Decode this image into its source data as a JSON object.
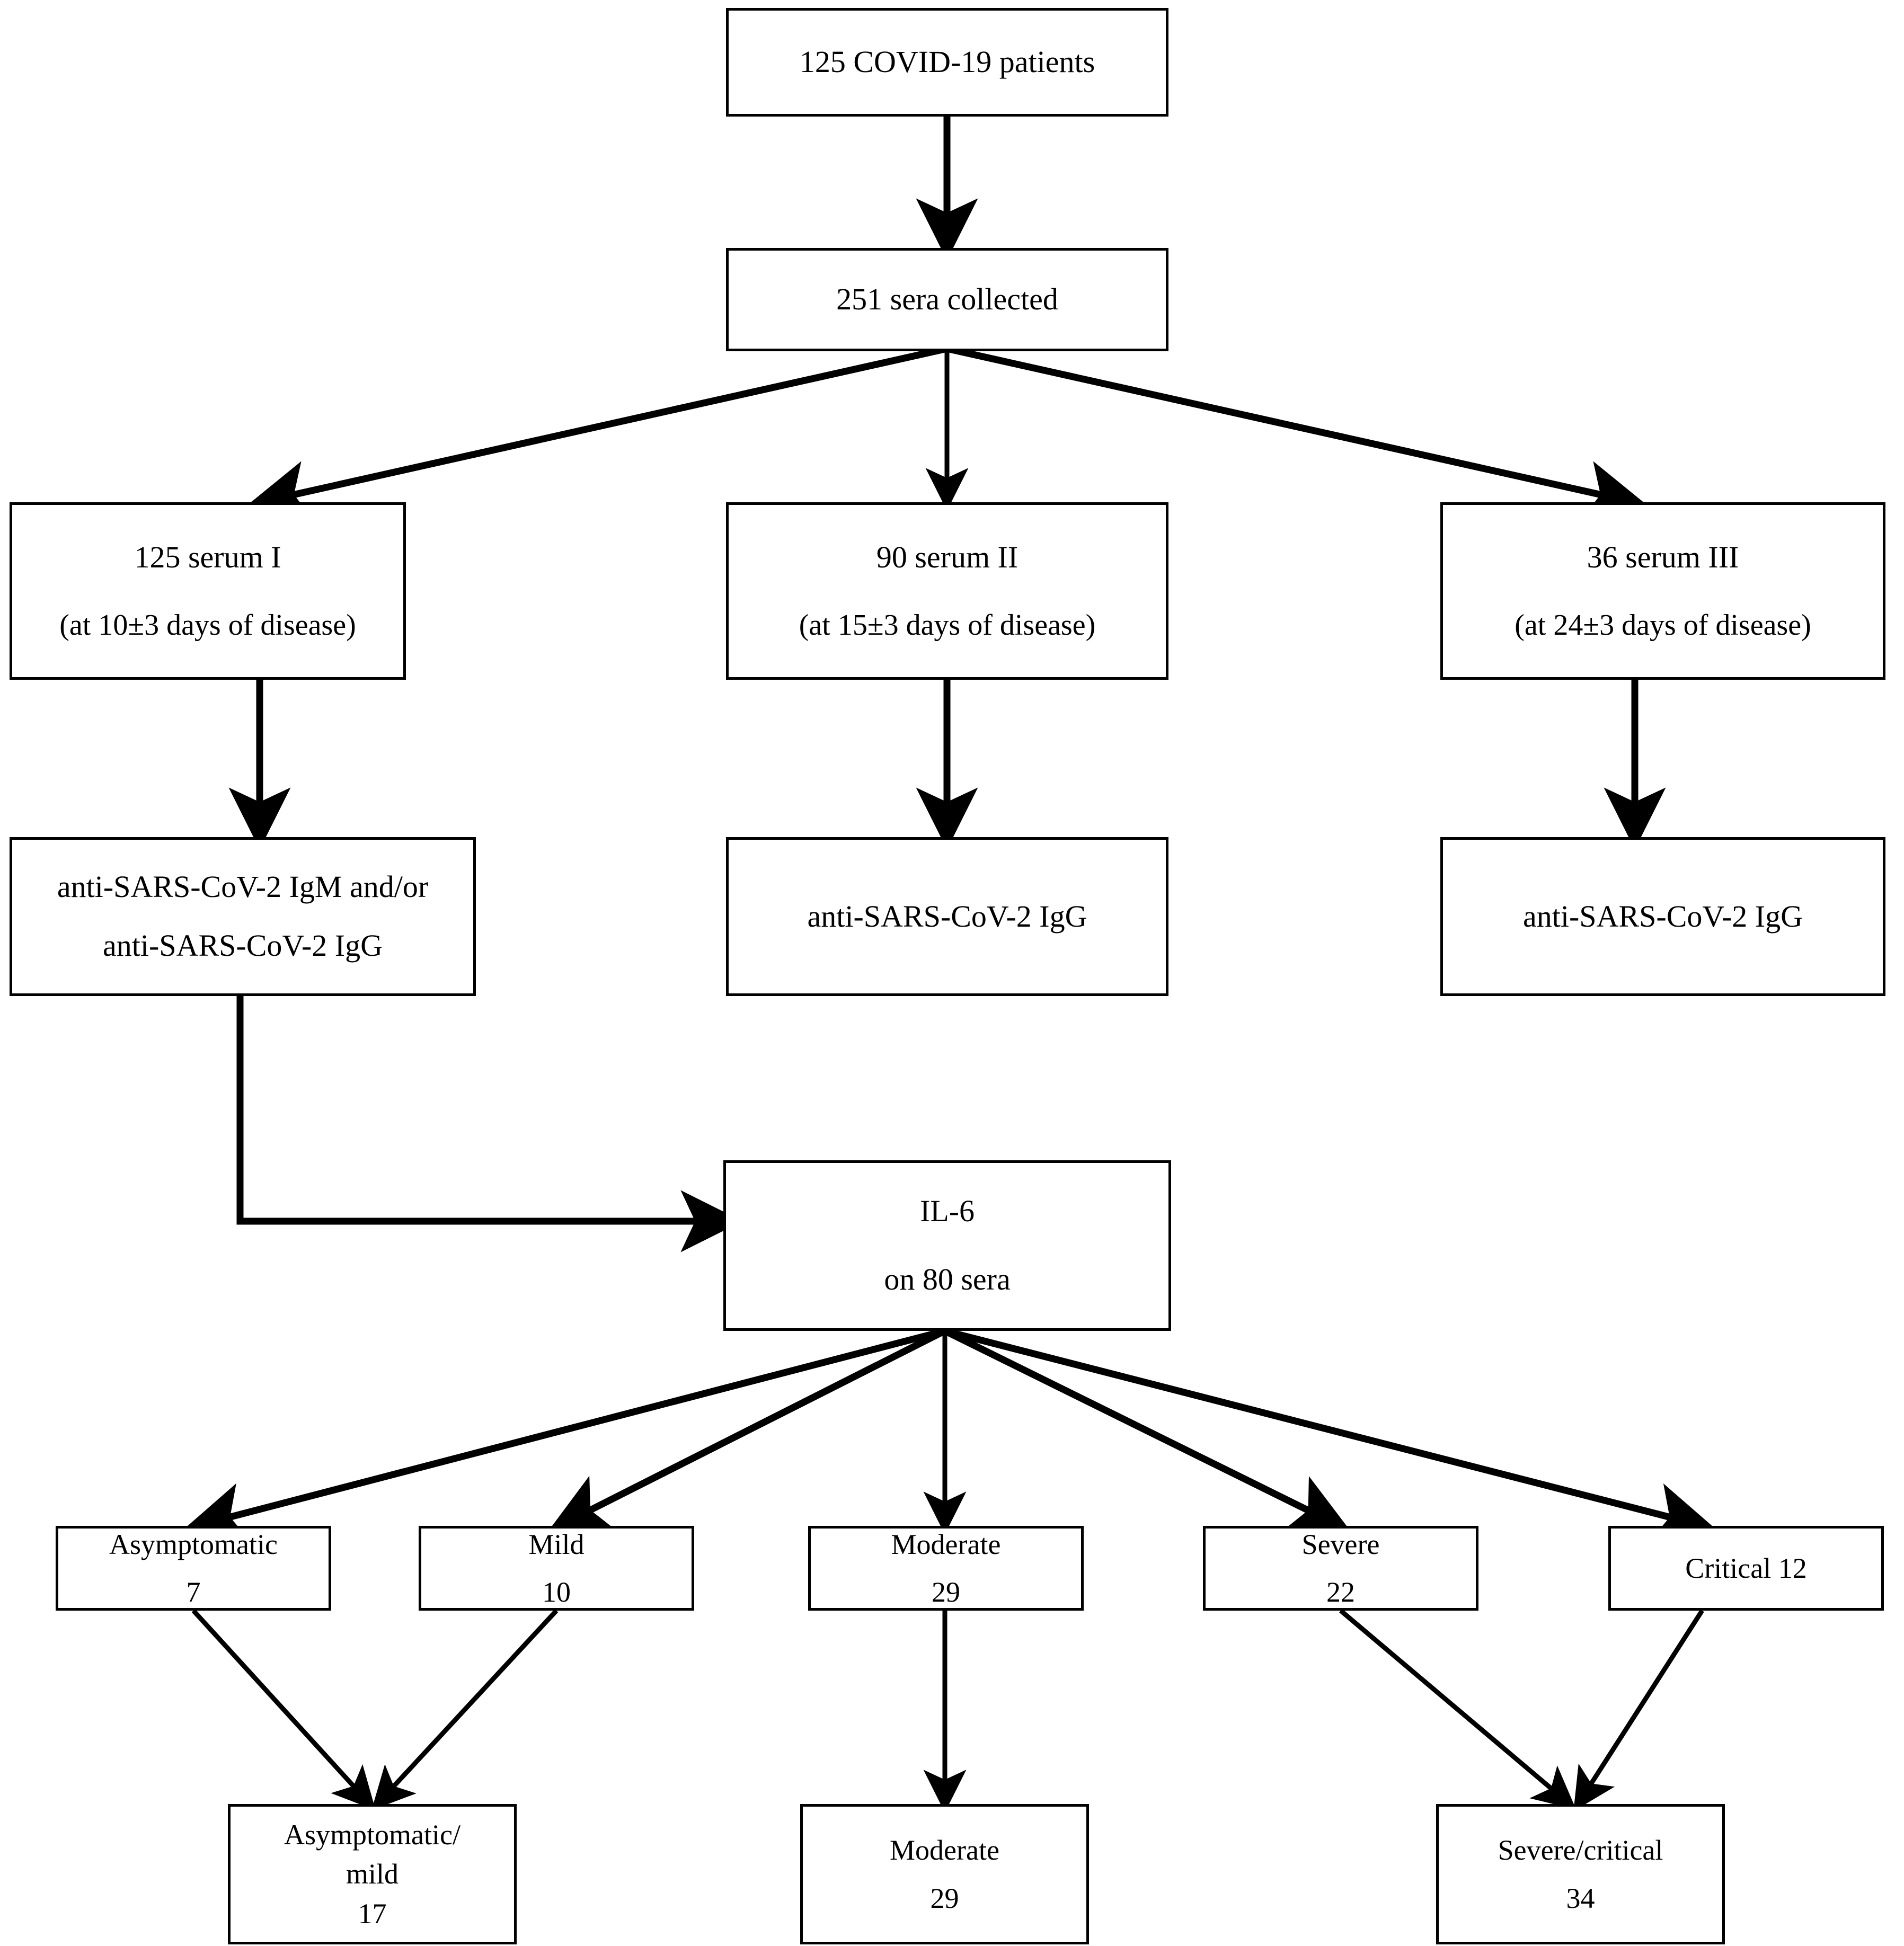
{
  "diagram": {
    "title": "COVID-19 serum study flowchart",
    "type": "flowchart",
    "stroke_color": "#000000",
    "background_color": "#ffffff"
  },
  "nodes": {
    "patients": {
      "line1": "125 COVID-19 patients"
    },
    "sera": {
      "line1": "251 sera collected"
    },
    "serum1": {
      "line1": "125 serum I",
      "line2": "(at 10±3 days of disease)"
    },
    "serum2": {
      "line1": "90 serum II",
      "line2": "(at 15±3 days of disease)"
    },
    "serum3": {
      "line1": "36 serum III",
      "line2": "(at 24±3 days of disease)"
    },
    "assay1": {
      "line1": "anti-SARS-CoV-2 IgM and/or",
      "line2": "anti-SARS-CoV-2 IgG"
    },
    "assay2": {
      "line1": "anti-SARS-CoV-2 IgG"
    },
    "assay3": {
      "line1": "anti-SARS-CoV-2 IgG"
    },
    "il6": {
      "line1": "IL-6",
      "line2": "on 80 sera"
    },
    "asymptomatic": {
      "line1": "Asymptomatic",
      "line2": "7"
    },
    "mild": {
      "line1": "Mild",
      "line2": "10"
    },
    "moderate": {
      "line1": "Moderate",
      "line2": "29"
    },
    "severe": {
      "line1": "Severe",
      "line2": "22"
    },
    "critical": {
      "line1": "Critical 12"
    },
    "asymptomatic_mild": {
      "line1": "Asymptomatic/",
      "line2": "mild",
      "line3": "17"
    },
    "moderate_final": {
      "line1": "Moderate",
      "line2": "29"
    },
    "severe_critical": {
      "line1": "Severe/critical",
      "line2": "34"
    }
  },
  "chart_data": {
    "type": "diagram",
    "title": "COVID-19 serum collection and severity stratification flowchart",
    "counts": {
      "patients": 125,
      "sera_collected": 251,
      "serum_I": 125,
      "serum_II": 90,
      "serum_III": 36,
      "il6_sera": 80,
      "asymptomatic": 7,
      "mild": 10,
      "moderate": 29,
      "severe": 22,
      "critical": 12,
      "asymptomatic_mild": 17,
      "moderate_final": 29,
      "severe_critical": 34
    },
    "timepoints": {
      "serum_I": "10±3 days of disease",
      "serum_II": "15±3 days of disease",
      "serum_III": "24±3 days of disease"
    },
    "edges": [
      [
        "patients",
        "sera"
      ],
      [
        "sera",
        "serum1"
      ],
      [
        "sera",
        "serum2"
      ],
      [
        "sera",
        "serum3"
      ],
      [
        "serum1",
        "assay1"
      ],
      [
        "serum2",
        "assay2"
      ],
      [
        "serum3",
        "assay3"
      ],
      [
        "assay1",
        "il6"
      ],
      [
        "il6",
        "asymptomatic"
      ],
      [
        "il6",
        "mild"
      ],
      [
        "il6",
        "moderate"
      ],
      [
        "il6",
        "severe"
      ],
      [
        "il6",
        "critical"
      ],
      [
        "asymptomatic",
        "asymptomatic_mild"
      ],
      [
        "mild",
        "asymptomatic_mild"
      ],
      [
        "moderate",
        "moderate_final"
      ],
      [
        "severe",
        "severe_critical"
      ],
      [
        "critical",
        "severe_critical"
      ]
    ]
  }
}
